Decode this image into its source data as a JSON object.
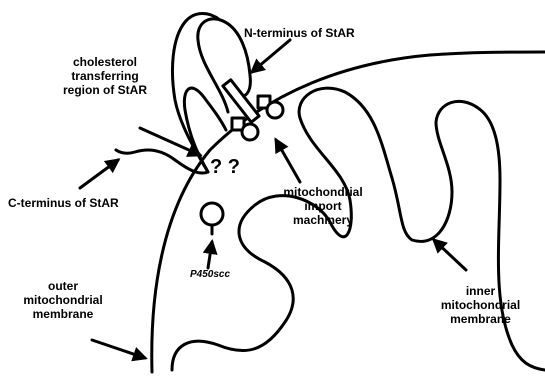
{
  "labels": {
    "n_terminus": "N-terminus of StAR",
    "cholesterol_region": [
      "cholesterol",
      "transferring",
      "region of StAR"
    ],
    "c_terminus": "C-terminus of StAR",
    "question_marks": "? ?",
    "import_machinery": [
      "mitochondrial",
      "import",
      "machinery"
    ],
    "p450": "P450scc",
    "outer_membrane": [
      "outer",
      "mitochondrial",
      "membrane"
    ],
    "inner_membrane": [
      "inner",
      "mitochondrial",
      "membrane"
    ]
  },
  "colors": {
    "ink": "#000000",
    "background": "#ffffff"
  }
}
